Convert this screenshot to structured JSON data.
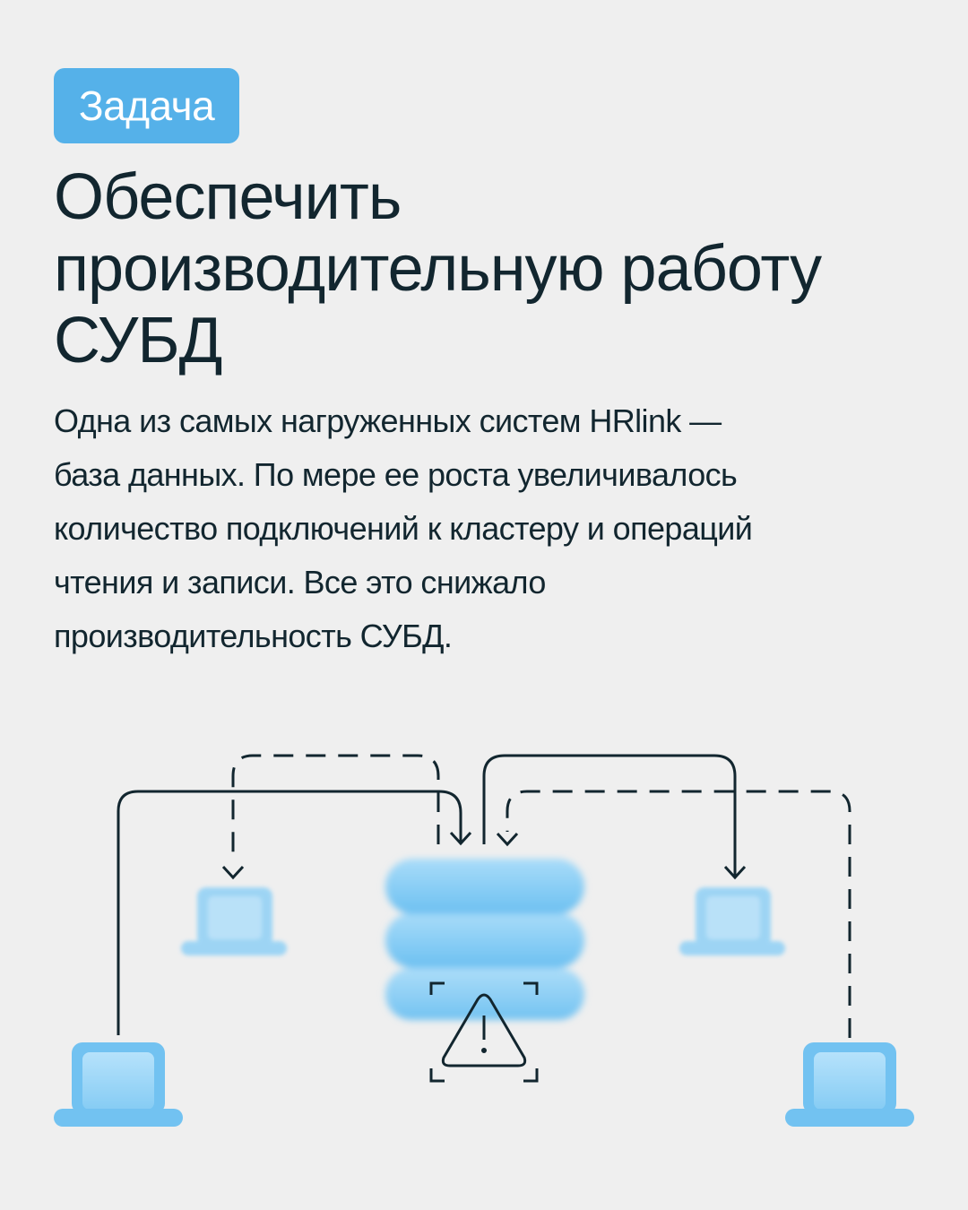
{
  "badge": {
    "label": "Задача"
  },
  "title": {
    "lines": [
      "Обеспечить",
      "производительную работу",
      "СУБД"
    ]
  },
  "body": {
    "lines": [
      "Одна из самых нагруженных систем HRlink —",
      "база данных. По мере ее роста увеличивалось",
      "количество подключений к кластеру и операций",
      "чтения и записи. Все это снижало",
      "производительность СУБД."
    ]
  },
  "diagram": {
    "icons": [
      "database-icon",
      "warning-icon",
      "laptop-icon"
    ],
    "colors": {
      "accent": "#55b1e9",
      "light_blue": "#8fd0f6",
      "line": "#12262f",
      "background": "#efefef"
    }
  }
}
